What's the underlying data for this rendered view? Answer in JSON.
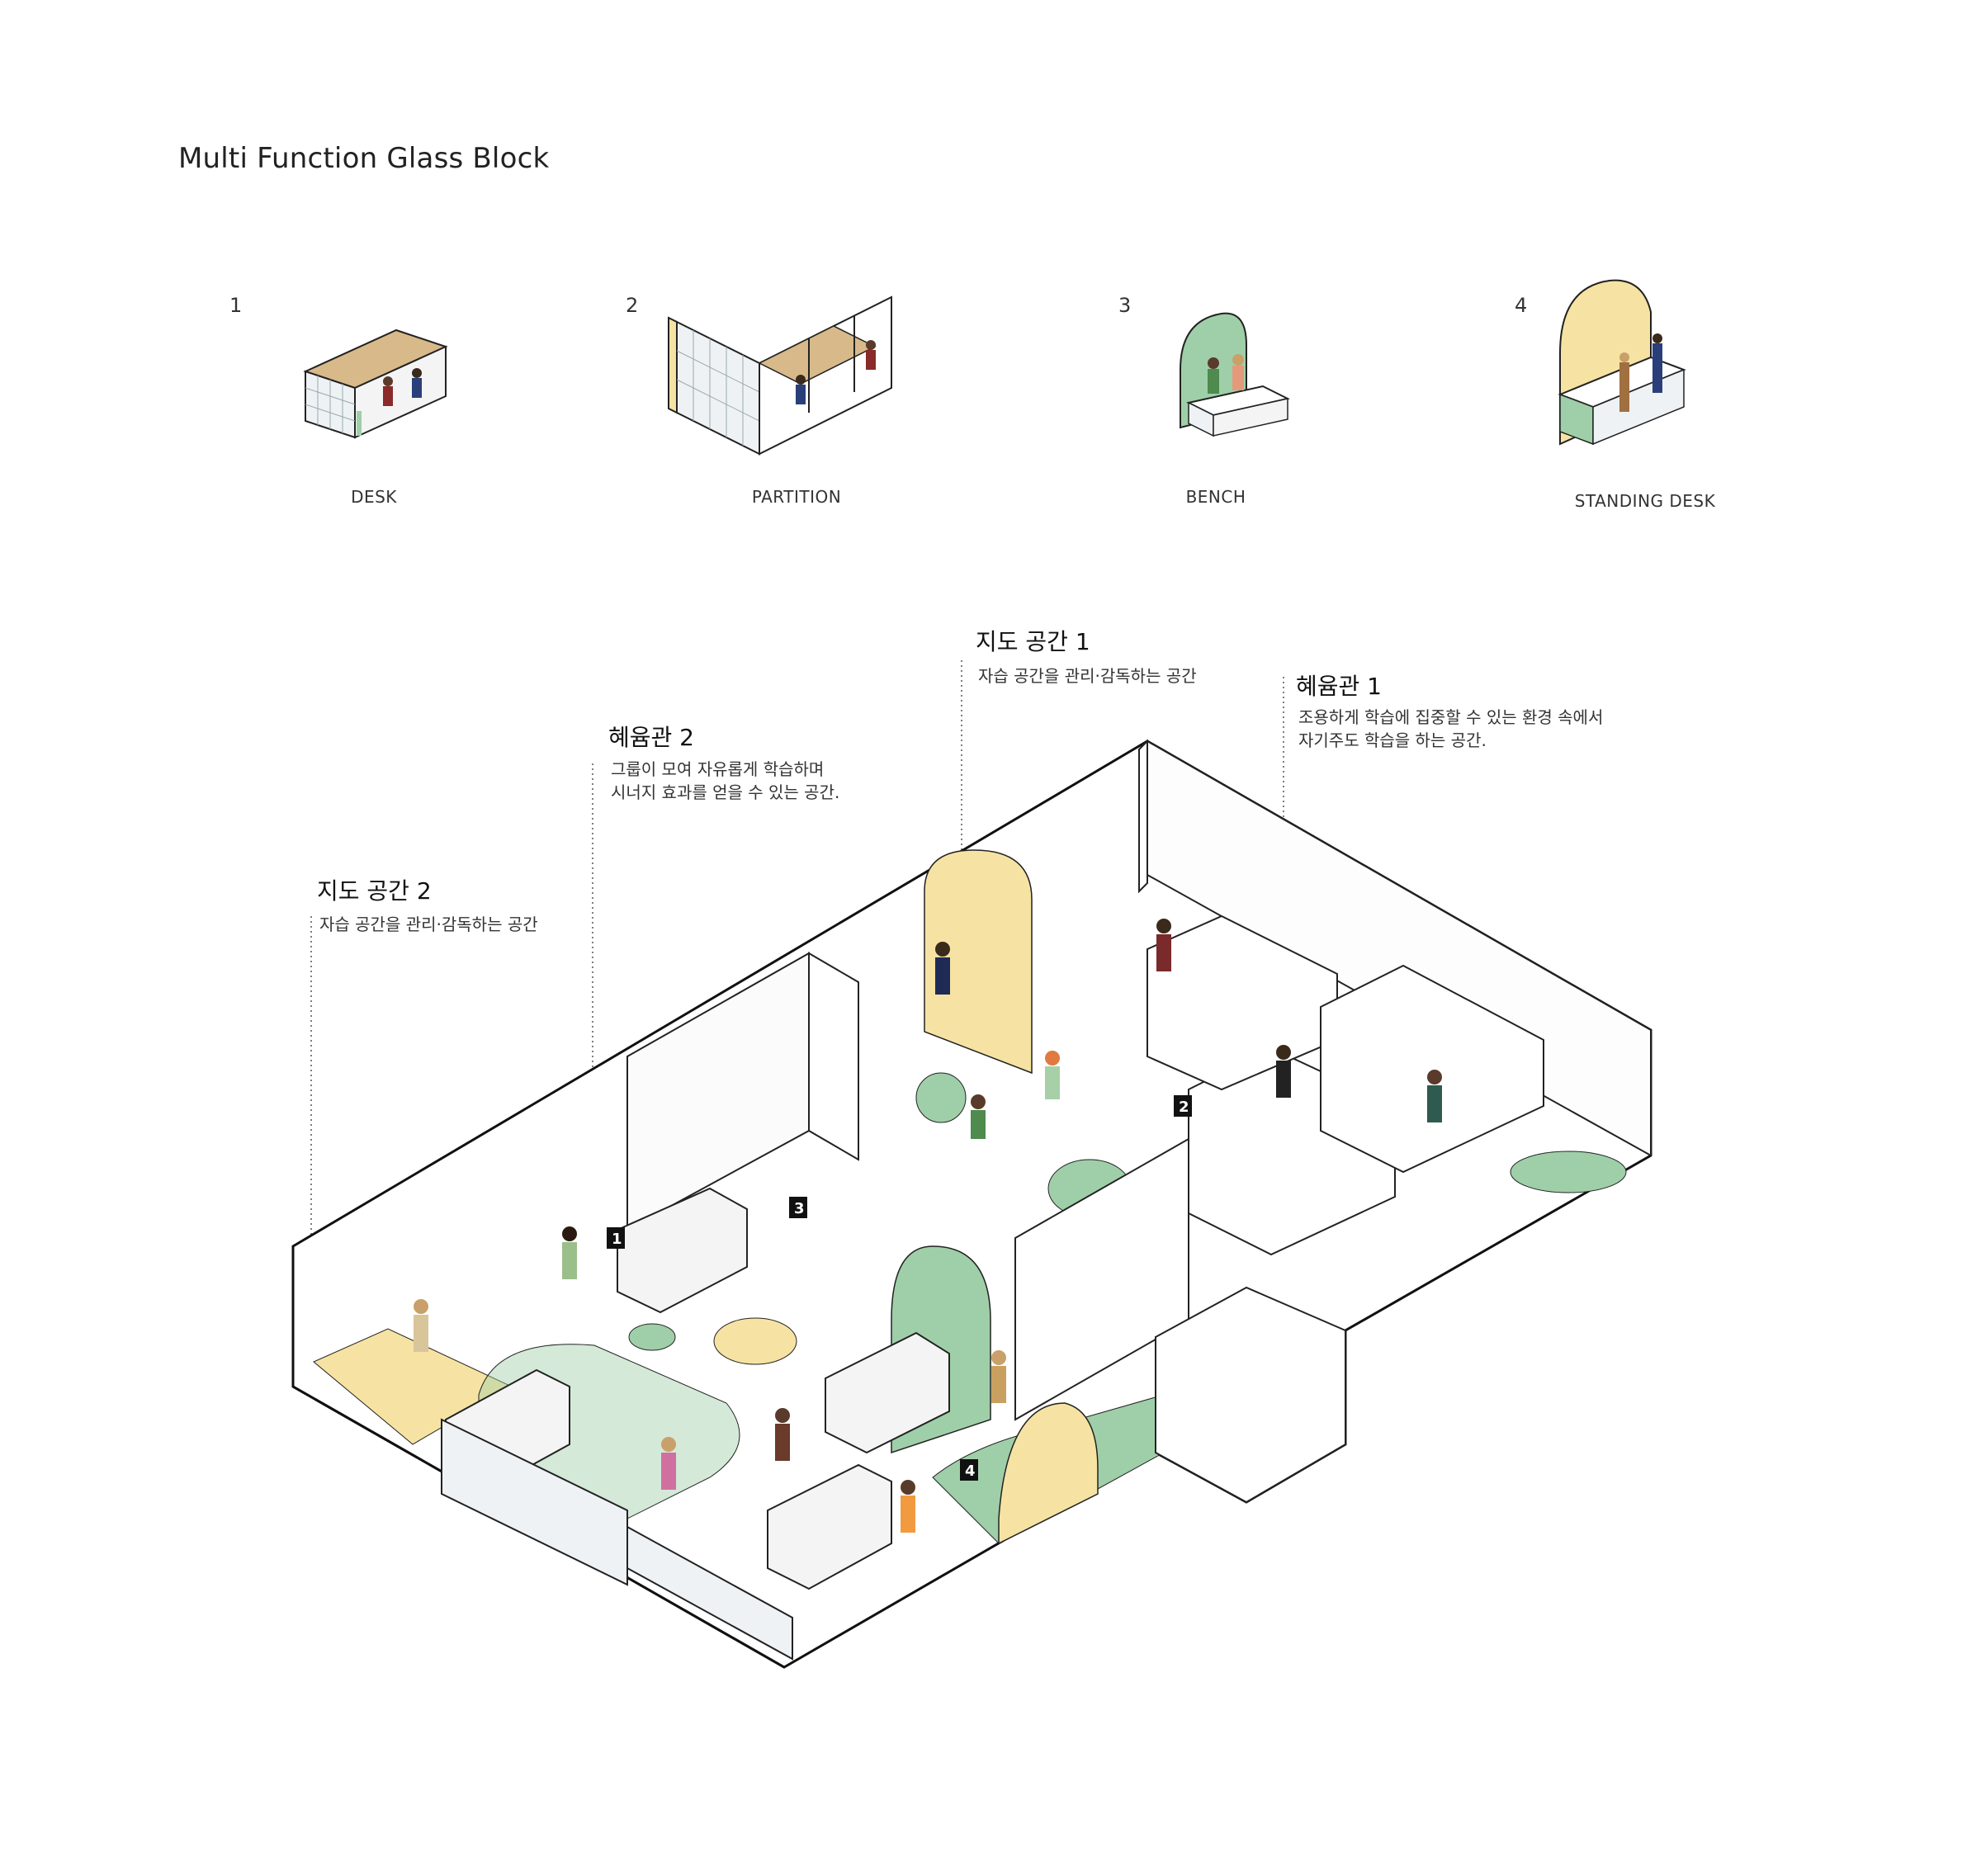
{
  "title": "Multi Function Glass Block",
  "modules": [
    {
      "num": "1",
      "label": "DESK"
    },
    {
      "num": "2",
      "label": "PARTITION"
    },
    {
      "num": "3",
      "label": "BENCH"
    },
    {
      "num": "4",
      "label": "STANDING DESK"
    }
  ],
  "zones": {
    "guidance1": {
      "title": "지도 공간 1",
      "desc": "자습 공간을 관리·감독하는 공간"
    },
    "hall1": {
      "title": "혜윰관 1",
      "desc": "조용하게 학습에 집중할 수 있는 환경 속에서\n자기주도 학습을 하는 공간."
    },
    "hall2": {
      "title": "혜윰관 2",
      "desc": "그룹이 모여 자유롭게 학습하며\n시너지 효과를 얻을 수 있는 공간."
    },
    "guidance2": {
      "title": "지도 공간 2",
      "desc": "자습 공간을 관리·감독하는 공간"
    }
  },
  "markers": [
    "1",
    "2",
    "3",
    "4"
  ],
  "colors": {
    "green": "#9fcfa8",
    "yellow": "#f6e3a3",
    "wood": "#d8b98a",
    "line": "#222222",
    "glass": "#dfe8ef"
  }
}
